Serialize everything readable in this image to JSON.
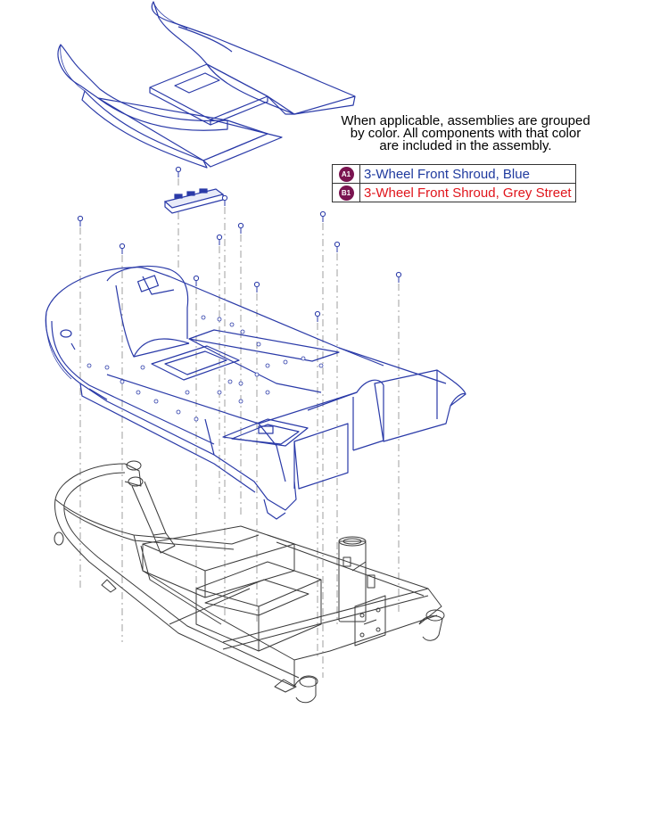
{
  "note": {
    "line1": "When applicable, assemblies are grouped",
    "line2": "by color. All components with that color",
    "line3": "are included in the assembly."
  },
  "legend": [
    {
      "badge": "A1",
      "label": "3-Wheel Front Shroud, Blue",
      "color": "#1f3a9e"
    },
    {
      "badge": "B1",
      "label": "3-Wheel Front Shroud, Grey Street",
      "color": "#e0141b"
    }
  ],
  "colors": {
    "assembly_line": "#2a3aa8",
    "frame_line": "#3a3a3a",
    "badge_fill": "#7a1450"
  }
}
